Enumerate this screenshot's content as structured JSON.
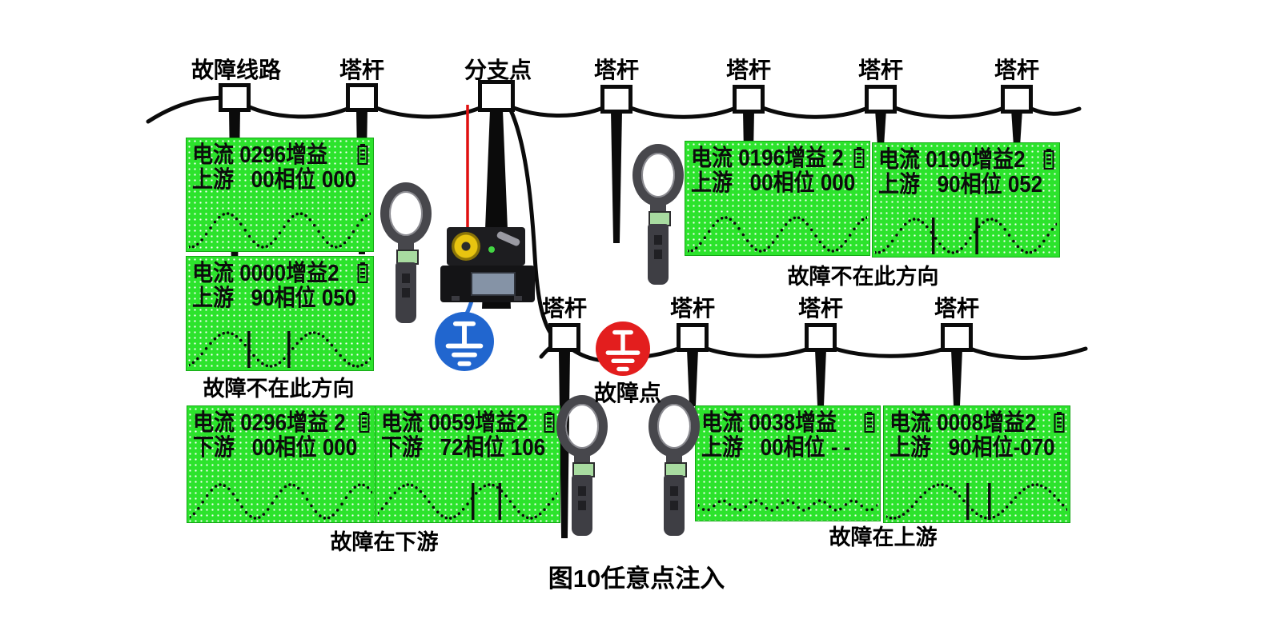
{
  "figure_caption": "图10任意点注入",
  "labels": {
    "fault_line": "故障线路",
    "tower": "塔杆",
    "branch_point": "分支点",
    "fault_point": "故障点",
    "fault_not_this_direction": "故障不在此方向",
    "fault_downstream": "故障在下游",
    "fault_upstream": "故障在上游"
  },
  "colors": {
    "screen_green": "#2ce32c",
    "lcd_text": "#0c0c0c",
    "wire_black": "#0b0b0b",
    "injection_wire_red": "#e01010",
    "ground_circle_blue": "#2166cf",
    "fault_circle_red": "#e31e1e"
  },
  "screens": [
    {
      "place": "left-upper",
      "line1": "电流 0296增益",
      "line2": "上游   00相位 000",
      "waveform": {
        "type": "sine",
        "cycles": 2.5,
        "phase": 0.725,
        "markers": []
      }
    },
    {
      "place": "left-lower",
      "line1": "电流 0000增益2",
      "line2": "上游   90相位 050",
      "waveform": {
        "type": "sine",
        "cycles": 2.1,
        "phase": 0.809,
        "markers": [
          0.33,
          0.55
        ]
      }
    },
    {
      "place": "bottom-left-1",
      "line1": "电流 0296增益 2",
      "line2": "下游   00相位 000",
      "waveform": {
        "type": "sine",
        "cycles": 2.6,
        "phase": 0.808,
        "markers": []
      }
    },
    {
      "place": "bottom-left-2",
      "line1": "电流 0059增益2",
      "line2": "下游   72相位 106",
      "waveform": {
        "type": "sine",
        "cycles": 2.2,
        "phase": 0.876,
        "markers": [
          0.53,
          0.68
        ]
      }
    },
    {
      "place": "top-right-1",
      "line1": "电流 0196增益 2",
      "line2": "上游   00相位 000",
      "waveform": {
        "type": "sine",
        "cycles": 2.5,
        "phase": 0.73,
        "markers": []
      }
    },
    {
      "place": "top-right-2",
      "line1": "电流 0190增益2",
      "line2": "上游   90相位 052",
      "waveform": {
        "type": "sine",
        "cycles": 2.4,
        "phase": 0.722,
        "markers": [
          0.32,
          0.56
        ]
      }
    },
    {
      "place": "bottom-right-1",
      "line1": "电流 0038增益",
      "line2": "上游   00相位 - -",
      "waveform": {
        "type": "ripple",
        "cycles": 5.5,
        "phase": 0.5,
        "markers": []
      }
    },
    {
      "place": "bottom-right-2",
      "line1": "电流 0008增益2",
      "line2": "上游   90相位-070",
      "waveform": {
        "type": "sine",
        "cycles": 1.9,
        "phase": 0.68,
        "markers": [
          0.45,
          0.57
        ]
      }
    }
  ]
}
